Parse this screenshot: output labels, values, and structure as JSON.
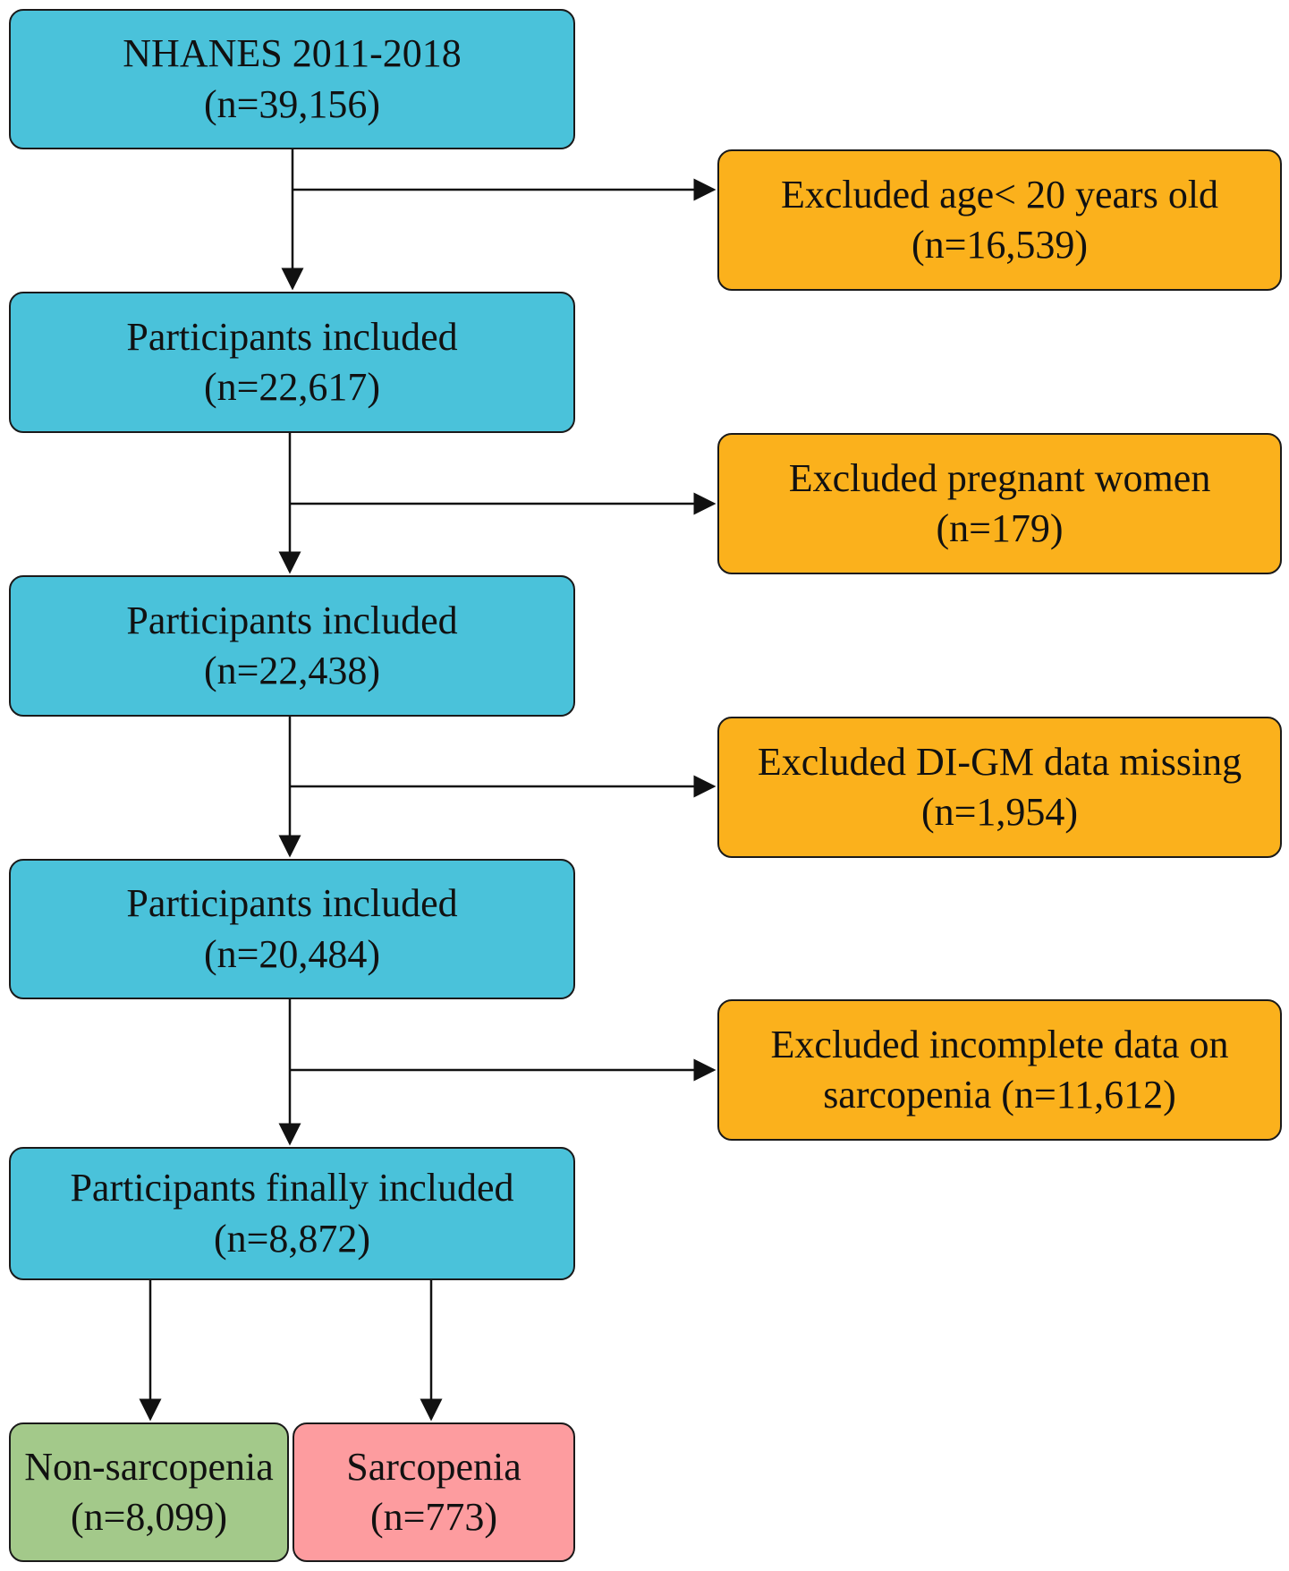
{
  "colors": {
    "included": "#4ac2da",
    "excluded": "#fbb11c",
    "non_sarcopenia": "#a3c98a",
    "sarcopenia": "#fd9c9f",
    "line": "#111111"
  },
  "nodes": {
    "start": {
      "line1": "NHANES 2011-2018",
      "line2": "(n=39,156)"
    },
    "excl1": {
      "line1": "Excluded age< 20 years old",
      "line2": "(n=16,539)"
    },
    "incl1": {
      "line1": "Participants included",
      "line2": "(n=22,617)"
    },
    "excl2": {
      "line1": "Excluded pregnant women",
      "line2": "(n=179)"
    },
    "incl2": {
      "line1": "Participants included",
      "line2": "(n=22,438)"
    },
    "excl3": {
      "line1": "Excluded DI-GM data missing",
      "line2": "(n=1,954)"
    },
    "incl3": {
      "line1": "Participants included",
      "line2": "(n=20,484)"
    },
    "excl4": {
      "line1": "Excluded incomplete data on",
      "line2": "sarcopenia (n=11,612)"
    },
    "final": {
      "line1": "Participants finally included",
      "line2": "(n=8,872)"
    },
    "non_sarc": {
      "line1": "Non-sarcopenia",
      "line2": "(n=8,099)"
    },
    "sarc": {
      "line1": "Sarcopenia",
      "line2": "(n=773)"
    }
  }
}
